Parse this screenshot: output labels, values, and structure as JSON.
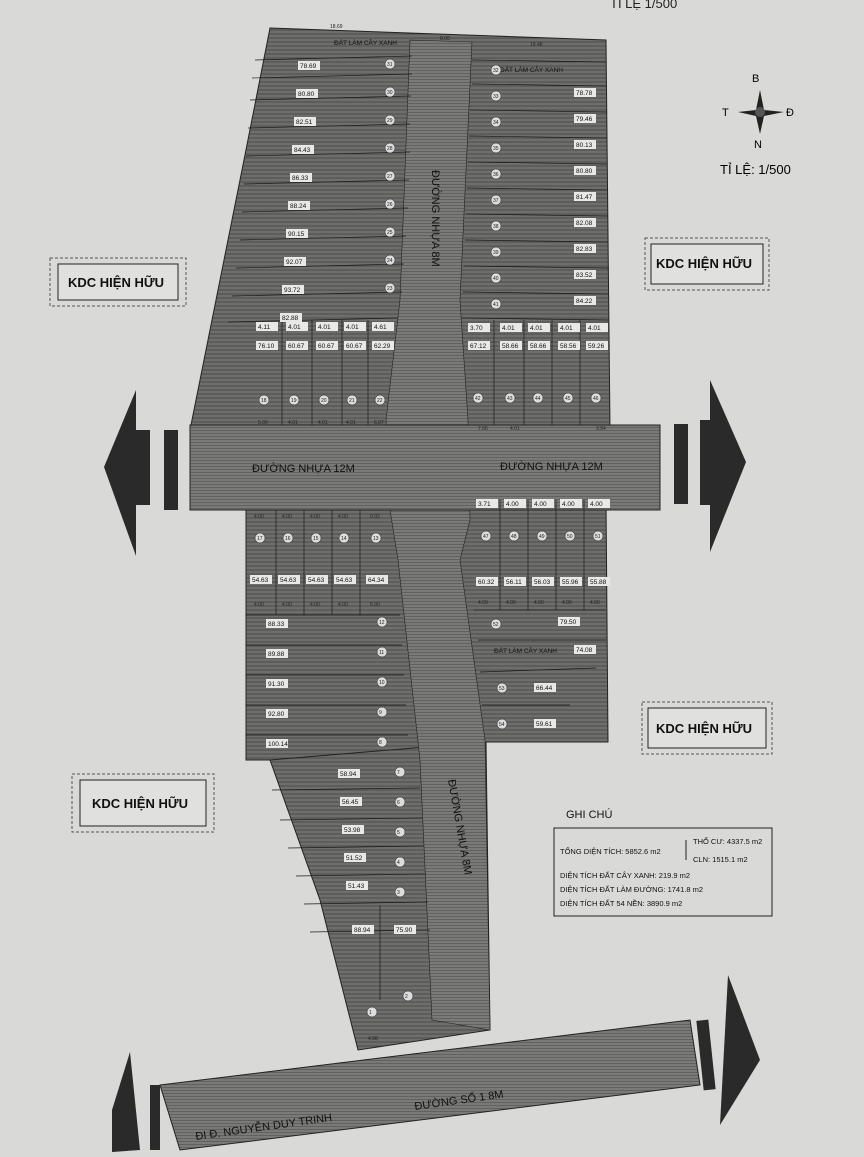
{
  "header": {
    "scale_top": "TỈ LỆ 1/500"
  },
  "compass": {
    "n_top": "B",
    "south": "N",
    "west": "T",
    "east": "Đ",
    "scale": "TỈ LỆ: 1/500"
  },
  "neighbors": {
    "kdc": "KDC HIỆN HỮU"
  },
  "roads": {
    "road_8m_top": "ĐƯỜNG NHỰA 8M",
    "road_12m_left": "ĐƯỜNG NHỰA 12M",
    "road_12m_right": "ĐƯỜNG NHỰA 12M",
    "road_8m_bottom": "ĐƯỜNG NHỰA 8M",
    "road_so1": "ĐƯỜNG SỐ 1 8M",
    "to_street": "ĐI Đ. NGUYỄN DUY TRINH"
  },
  "green": {
    "top_left": "ĐẤT LÀM CÂY XANH",
    "top_right": "ĐẤT LÀM CÂY XANH",
    "mid_right": "ĐẤT LÀM CÂY XANH"
  },
  "legend": {
    "title": "GHI CHÚ",
    "total": "TỔNG DIỆN TÍCH: 5852.6 m2",
    "tho_cu": "THỔ CƯ: 4337.5 m2",
    "cln": "CLN: 1515.1 m2",
    "green": "DIỆN TÍCH ĐẤT CÂY XANH: 219.9 m2",
    "road": "DIỆN TÍCH ĐẤT LÀM ĐƯỜNG: 1741.8 m2",
    "lots": "DIỆN TÍCH ĐẤT 54 NỀN: 3890.9 m2"
  },
  "lots": {
    "top_left_areas": [
      "78.69",
      "80.80",
      "82.51",
      "84.43",
      "86.33",
      "88.24",
      "90.15",
      "92.07",
      "93.72",
      "82.88"
    ],
    "top_left_nums": [
      "31",
      "30",
      "29",
      "28",
      "27",
      "26",
      "25",
      "24",
      "23"
    ],
    "top_left_row": {
      "widths": [
        "4.11",
        "4.01",
        "4.01",
        "4.01",
        "4.61"
      ],
      "areas": [
        "76.10",
        "60.67",
        "60.67",
        "60.67",
        "62.29"
      ],
      "nums": [
        "18",
        "19",
        "20",
        "21",
        "22"
      ],
      "bottom": [
        "5.00",
        "4.01",
        "4.01",
        "4.01",
        "6.97"
      ]
    },
    "top_right_areas": [
      "78.78",
      "79.46",
      "80.13",
      "80.80",
      "81.47",
      "82.08",
      "82.83",
      "83.52",
      "84.22"
    ],
    "top_right_nums": [
      "32",
      "33",
      "34",
      "35",
      "36",
      "37",
      "38",
      "39",
      "40",
      "41"
    ],
    "top_right_row": {
      "widths": [
        "3.70",
        "4.01",
        "4.01",
        "4.01",
        "4.01"
      ],
      "areas": [
        "67.12",
        "58.66",
        "58.66",
        "58.56",
        "59.26"
      ],
      "nums": [
        "42",
        "43",
        "44",
        "45",
        "46"
      ],
      "bottom": [
        "7.66",
        "4.01",
        "",
        "",
        "3.94"
      ]
    },
    "mid_left_row": {
      "widths": [
        "4.00",
        "4.00",
        "4.00",
        "4.00",
        "0.92"
      ],
      "nums": [
        "17",
        "16",
        "15",
        "14",
        "13"
      ],
      "areas": [
        "54.63",
        "54.63",
        "54.63",
        "54.63",
        "64.34"
      ],
      "bottom": [
        "4.00",
        "4.00",
        "4.00",
        "4.00",
        "5.90"
      ]
    },
    "mid_left_areas": [
      "88.33",
      "89.88",
      "91.30",
      "92.80",
      "100.14"
    ],
    "mid_left_nums": [
      "12",
      "11",
      "10",
      "9",
      "8"
    ],
    "mid_right_row": {
      "widths": [
        "3.71",
        "4.00",
        "4.00",
        "4.00",
        "4.00"
      ],
      "nums": [
        "47",
        "48",
        "49",
        "50",
        "51"
      ],
      "areas": [
        "60.32",
        "56.11",
        "56.03",
        "55.96",
        "55.88"
      ],
      "bottom": [
        "4.09",
        "4.00",
        "4.00",
        "4.00",
        "4.00"
      ]
    },
    "mid_right_52": {
      "area": "79.50",
      "num": "52"
    },
    "mid_right_green_area": "74.08",
    "mid_right_extra": [
      {
        "num": "53",
        "area": "66.44"
      },
      {
        "num": "54",
        "area": "59.61"
      }
    ],
    "bottom_left_areas": [
      "58.94",
      "56.45",
      "53.98",
      "51.52",
      "51.43"
    ],
    "bottom_left_nums": [
      "7",
      "6",
      "5",
      "4",
      "3"
    ],
    "bottom_pair": {
      "left": "88.94",
      "right": "75.90"
    },
    "bottom_nums": [
      "2",
      "1"
    ],
    "top_edges": {
      "left": "18.69",
      "mid": "8.00",
      "right": "19.48"
    },
    "left_bottom_edge": "4.98"
  }
}
